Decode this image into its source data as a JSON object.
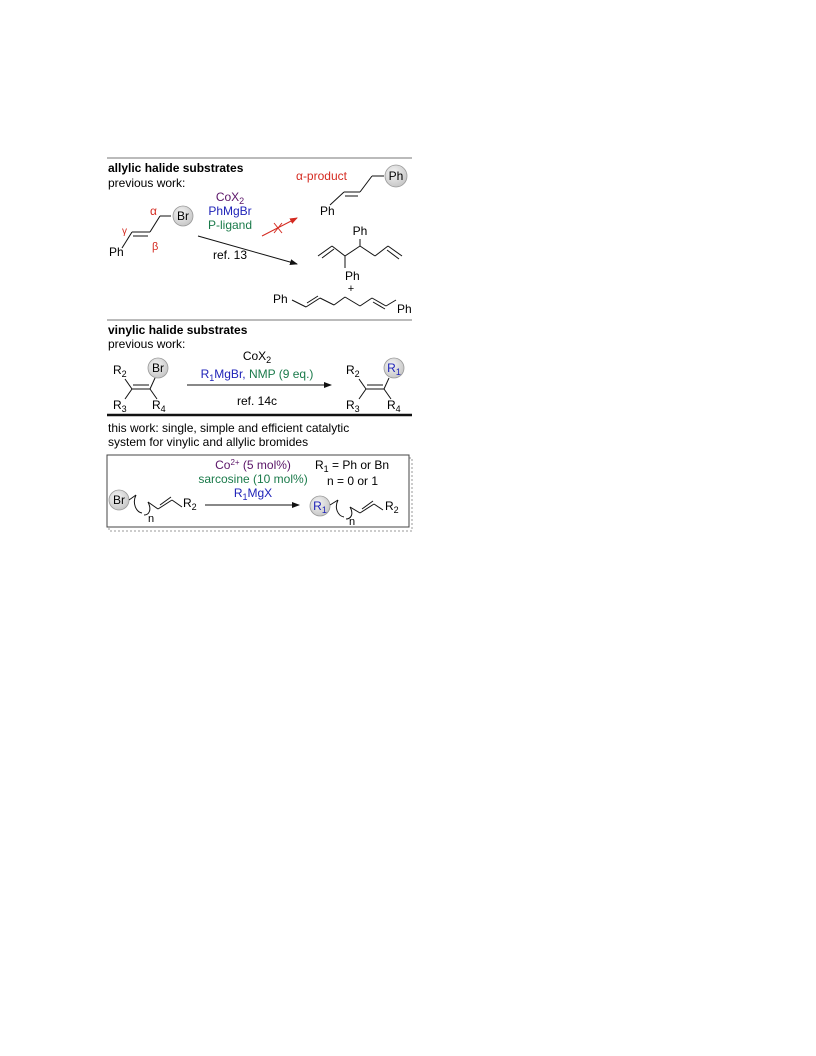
{
  "section1": {
    "header": "allylic halide substrates",
    "subheader": "previous work:",
    "substrate": {
      "alpha": "α",
      "beta": "β",
      "gamma": "γ",
      "br": "Br",
      "ph": "Ph"
    },
    "reagents": {
      "r1_base": "CoX",
      "r1_sub": "2",
      "r2": "PhMgBr",
      "r3": "P-ligand",
      "ref": "ref. 13"
    },
    "alpha_product": {
      "label": "α-product",
      "ph_circle": "Ph",
      "ph": "Ph"
    },
    "product2": {
      "ph_top": "Ph",
      "ph_bottom": "Ph"
    },
    "plus": "+",
    "product3": {
      "ph_left": "Ph",
      "ph_right": "Ph"
    }
  },
  "section2": {
    "header": "vinylic halide substrates",
    "subheader": "previous work:",
    "substrate": {
      "r2_base": "R",
      "r2_sub": "2",
      "r3_base": "R",
      "r3_sub": "3",
      "r4_base": "R",
      "r4_sub": "4",
      "br": "Br"
    },
    "reagents": {
      "r1_base": "CoX",
      "r1_sub": "2",
      "r2_a": "R",
      "r2_a_sub": "1",
      "r2_b": "MgBr,",
      "r2_c": " NMP (9 eq.)",
      "ref": "ref. 14c"
    },
    "product": {
      "r1_base": "R",
      "r1_sub": "1",
      "r2_base": "R",
      "r2_sub": "2",
      "r3_base": "R",
      "r3_sub": "3",
      "r4_base": "R",
      "r4_sub": "4"
    }
  },
  "section3": {
    "intro_line1": "this work: single, simple and efficient catalytic",
    "intro_line2": "system for vinylic and allylic bromides",
    "reagents": {
      "co_base": "Co",
      "co_sup": "2+",
      "co_rest": " (5 mol%)",
      "sarcosine": "sarcosine (10 mol%)",
      "rmgx_base": "R",
      "rmgx_sub": "1",
      "rmgx_rest": "MgX"
    },
    "conditions": {
      "r1_base": "R",
      "r1_sub": "1",
      "r1_rest": " = Ph or Bn",
      "n_line": "n = 0 or 1"
    },
    "substrate": {
      "br": "Br",
      "n": "n",
      "r2_base": "R",
      "r2_sub": "2"
    },
    "product": {
      "r1_base": "R",
      "r1_sub": "1",
      "n": "n",
      "r2_base": "R",
      "r2_sub": "2"
    }
  },
  "colors": {
    "red": "#d42a20",
    "blue": "#1f23b8",
    "green": "#1a7a4a",
    "purple": "#5a1468",
    "gray_circle": "#d9d9d9"
  }
}
